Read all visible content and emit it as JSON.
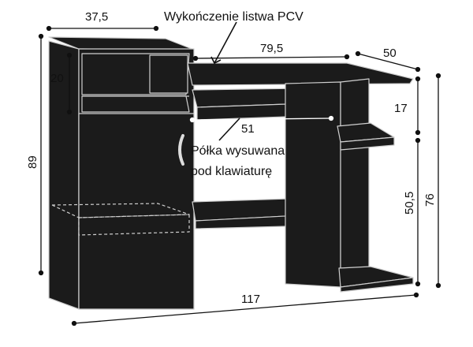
{
  "colors": {
    "furniture": "#1b1b1b",
    "edge": "#cfcfcf",
    "dimension": "#111111",
    "background": "#ffffff"
  },
  "labels": {
    "top_width": "37,5",
    "edge_finish": "Wykończenie listwa PCV",
    "desk_width": "79,5",
    "depth": "50",
    "upper_shelf_height": "20",
    "right_gap": "17",
    "tray_width": "51",
    "tray_line1": "Półka wysuwana",
    "tray_line2": "pod klawiaturę",
    "total_height": "89",
    "desk_height": "50,5",
    "right_total": "76",
    "total_width": "117"
  },
  "icons": {
    "handle": "door-handle-icon"
  }
}
